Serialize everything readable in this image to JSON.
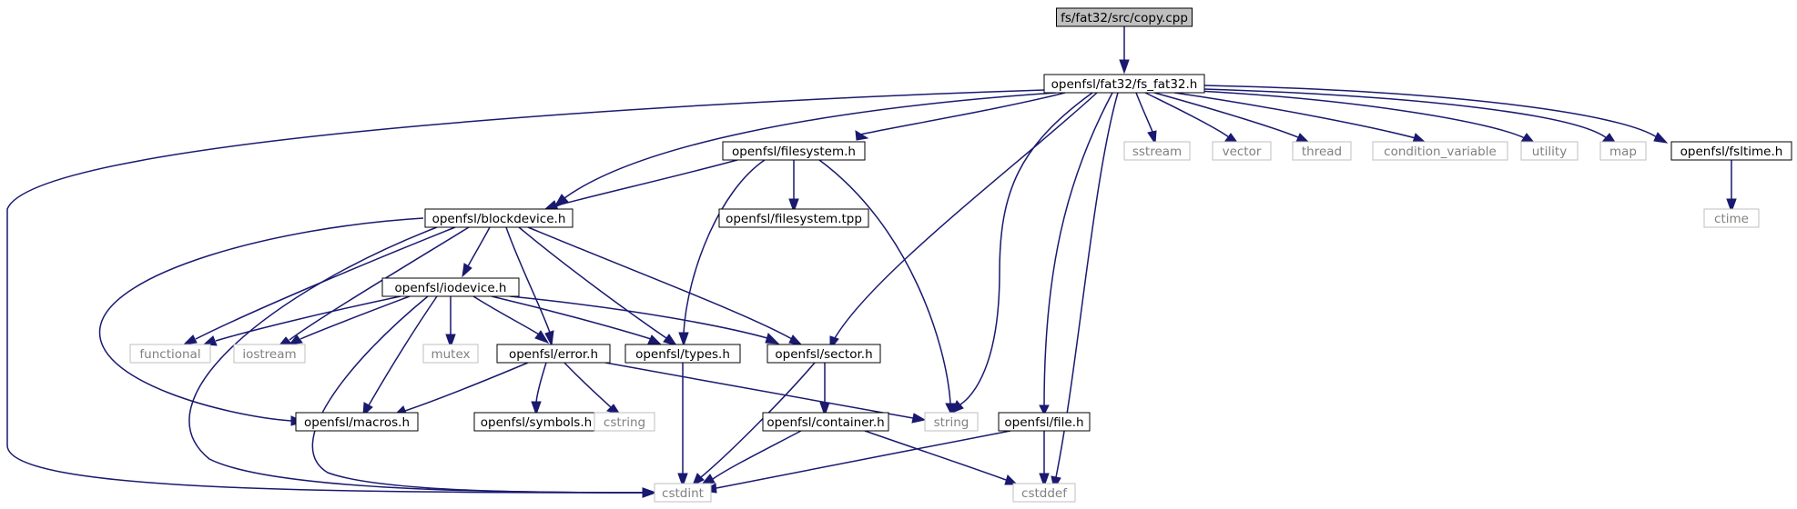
{
  "colors": {
    "edge": "#191970",
    "root_fill": "#bfbfbf",
    "node_border": "#000000",
    "system_border": "#bfbfbf",
    "system_text": "#808080"
  },
  "nodes": {
    "root": "fs/fat32/src/copy.cpp",
    "fs_fat32": "openfsl/fat32/fs_fat32.h",
    "filesystem": "openfsl/filesystem.h",
    "sstream": "sstream",
    "vector": "vector",
    "thread": "thread",
    "condition_variable": "condition_variable",
    "utility": "utility",
    "map": "map",
    "fsltime": "openfsl/fsltime.h",
    "blockdevice": "openfsl/blockdevice.h",
    "filesystem_tpp": "openfsl/filesystem.tpp",
    "ctime": "ctime",
    "iodevice": "openfsl/iodevice.h",
    "functional": "functional",
    "iostream": "iostream",
    "mutex": "mutex",
    "error": "openfsl/error.h",
    "types": "openfsl/types.h",
    "sector": "openfsl/sector.h",
    "macros": "openfsl/macros.h",
    "symbols": "openfsl/symbols.h",
    "cstring": "cstring",
    "string": "string",
    "container": "openfsl/container.h",
    "file": "openfsl/file.h",
    "cstdint": "cstdint",
    "cstddef": "cstddef"
  }
}
